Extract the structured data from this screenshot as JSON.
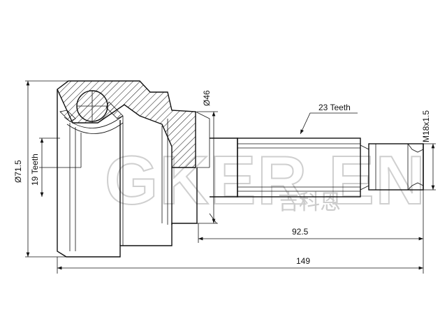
{
  "watermark": {
    "brand": "GKER EN",
    "chinese": "吉科恩"
  },
  "dimensions": {
    "dia_71_5": "Ø71.5",
    "teeth_19": "19 Teeth",
    "dia_46": "Ø46",
    "teeth_23": "23 Teeth",
    "thread": "M18x1.5",
    "len_92_5": "92.5",
    "len_149": "149"
  },
  "colors": {
    "line": "#111111",
    "watermark": "#cccccc",
    "background": "#ffffff"
  }
}
